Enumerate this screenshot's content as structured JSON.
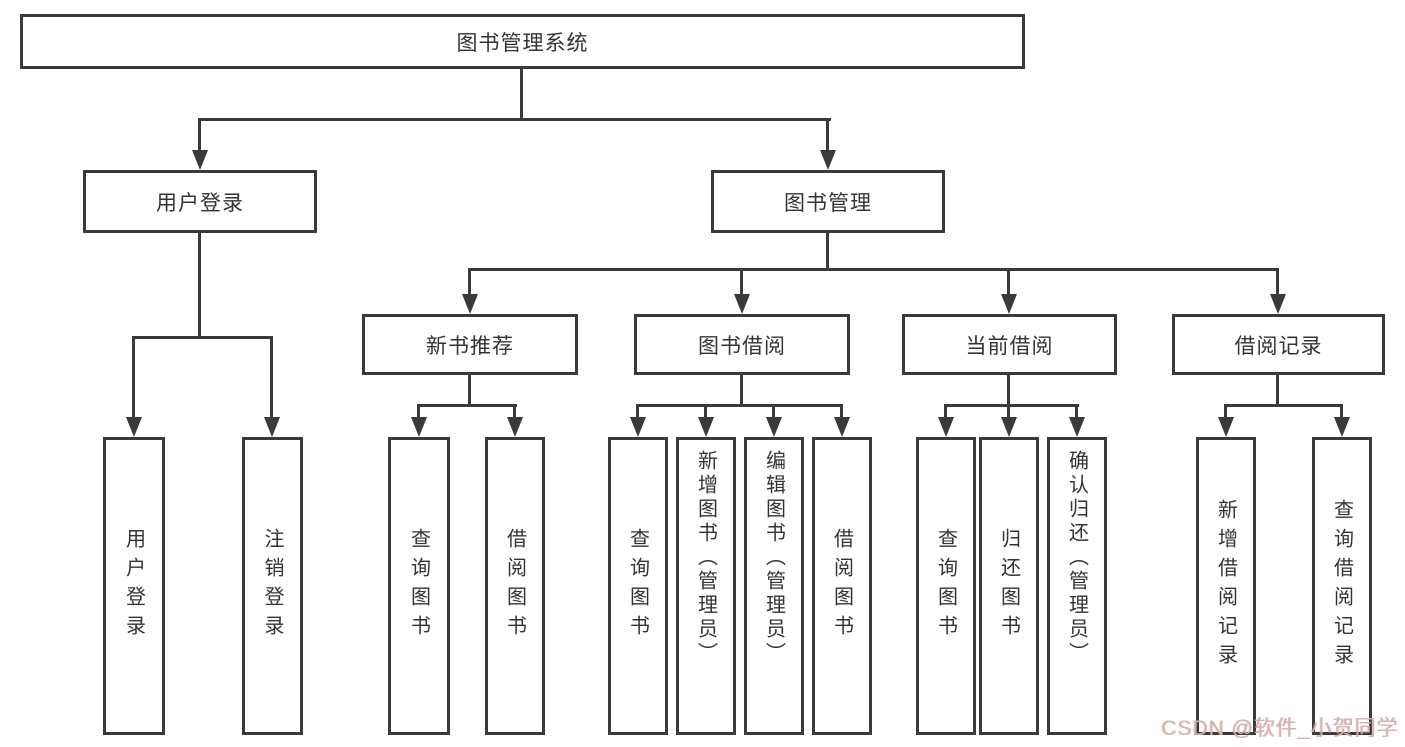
{
  "colors": {
    "line": "#3a3a3a",
    "box_border": "#3a3a3a",
    "box_background": "#ffffff",
    "text": "#333333",
    "watermark_text": "#cfb6b4"
  },
  "diagram": {
    "root": {
      "label": "图书管理系统"
    },
    "level2": [
      {
        "label": "用户登录"
      },
      {
        "label": "图书管理"
      }
    ],
    "level3": [
      {
        "label": "新书推荐"
      },
      {
        "label": "图书借阅"
      },
      {
        "label": "当前借阅"
      },
      {
        "label": "借阅记录"
      }
    ],
    "leaves": [
      {
        "label": "用户登录"
      },
      {
        "label": "注销登录"
      },
      {
        "label": "查询图书"
      },
      {
        "label": "借阅图书"
      },
      {
        "label": "查询图书"
      },
      {
        "label": "新增图书（管理员）"
      },
      {
        "label": "编辑图书（管理员）"
      },
      {
        "label": "借阅图书"
      },
      {
        "label": "查询图书"
      },
      {
        "label": "归还图书"
      },
      {
        "label": "确认归还（管理员）"
      },
      {
        "label": "新增借阅记录"
      },
      {
        "label": "查询借阅记录"
      }
    ]
  },
  "watermark": {
    "text": "CSDN @软件_小贺同学"
  }
}
